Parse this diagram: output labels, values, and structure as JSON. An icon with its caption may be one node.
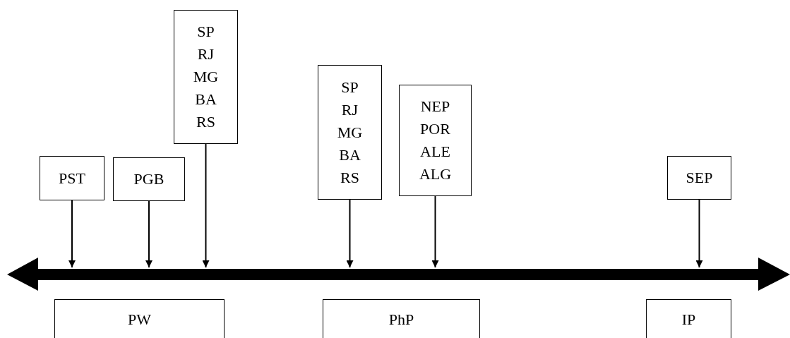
{
  "diagram": {
    "nodes": [
      {
        "text": [
          "PST"
        ]
      },
      {
        "text": [
          "PGB"
        ]
      },
      {
        "text": [
          "SP RJ MG BA RS"
        ]
      },
      {
        "text": [
          "SP RJ MG BA RS"
        ]
      },
      {
        "text": [
          "NEP POR ALE ALG"
        ]
      },
      {
        "text": [
          "SEP"
        ]
      },
      {
        "text": [
          "PW"
        ]
      },
      {
        "text": [
          "PhP"
        ]
      },
      {
        "text": [
          "IP"
        ]
      },
      {
        "text": [],
        "shape": "arrow"
      }
    ],
    "edges": [
      {
        "from": 0,
        "to": 9,
        "arrow": "to"
      },
      {
        "from": 1,
        "to": 9,
        "arrow": "to"
      },
      {
        "from": 2,
        "to": 9,
        "arrow": "to"
      },
      {
        "from": 3,
        "to": 9,
        "arrow": "to"
      },
      {
        "from": 4,
        "to": 9,
        "arrow": "to"
      },
      {
        "from": 5,
        "to": 9,
        "arrow": "to"
      }
    ]
  }
}
